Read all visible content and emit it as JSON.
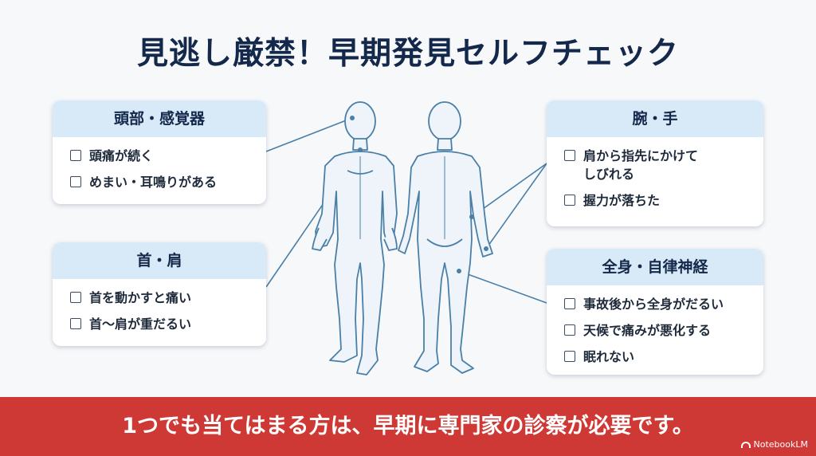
{
  "title": "見逃し厳禁！早期発見セルフチェック",
  "sections": {
    "head": {
      "heading": "頭部・感覚器",
      "items": [
        "頭痛が続く",
        "めまい・耳鳴りがある"
      ]
    },
    "neck": {
      "heading": "首・肩",
      "items": [
        "首を動かすと痛い",
        "首〜肩が重だるい"
      ]
    },
    "arm": {
      "heading": "腕・手",
      "items": [
        "肩から指先にかけて",
        "しびれる",
        "握力が落ちた"
      ]
    },
    "body": {
      "heading": "全身・自律神経",
      "items": [
        "事故後から全身がだるい",
        "天候で痛みが悪化する",
        "眠れない"
      ]
    }
  },
  "banner": {
    "text": "1つでも当てはまる方は、早期に専門家の診察が必要です。",
    "logo": "NotebookLM"
  },
  "colors": {
    "title": "#13284a",
    "card_header": "#d8e9f7",
    "banner": "#cf3935",
    "figure_stroke": "#4a7fa8",
    "figure_fill": "#eef4fa"
  }
}
